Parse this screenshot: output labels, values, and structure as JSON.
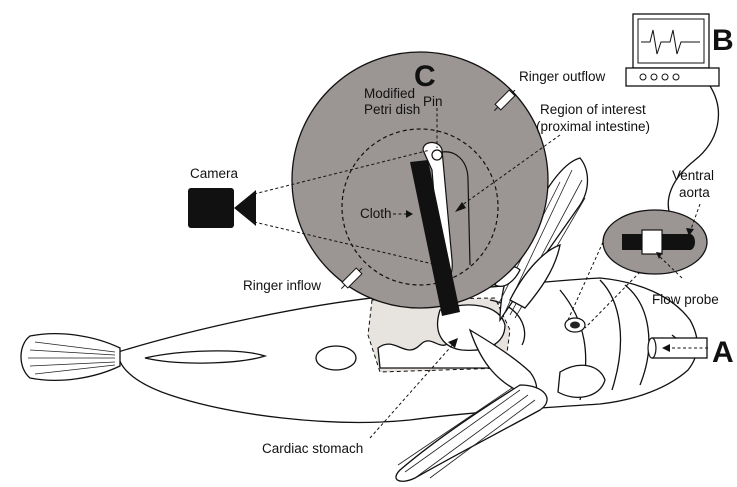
{
  "panel_letters": {
    "a": "A",
    "b": "B",
    "c": "C"
  },
  "labels": {
    "ringer_outflow": "Ringer outflow",
    "modified_petri_dish_1": "Modified",
    "modified_petri_dish_2": "Petri dish",
    "pin": "Pin",
    "region_of_interest_1": "Region of interest",
    "region_of_interest_2": "(proximal intestine)",
    "camera": "Camera",
    "cloth": "Cloth",
    "ringer_inflow": "Ringer inflow",
    "ventral_aorta_1": "Ventral",
    "ventral_aorta_2": "aorta",
    "flow_probe": "Flow probe",
    "cardiac_stomach": "Cardiac stomach"
  },
  "colors": {
    "dish_fill": "#9b9593",
    "tissue_fill": "#e7e3df",
    "ink": "#111111",
    "background": "#ffffff"
  },
  "icons": [
    "camera-icon",
    "monitor-icon",
    "flow-probe-icon",
    "syringe-icon"
  ]
}
